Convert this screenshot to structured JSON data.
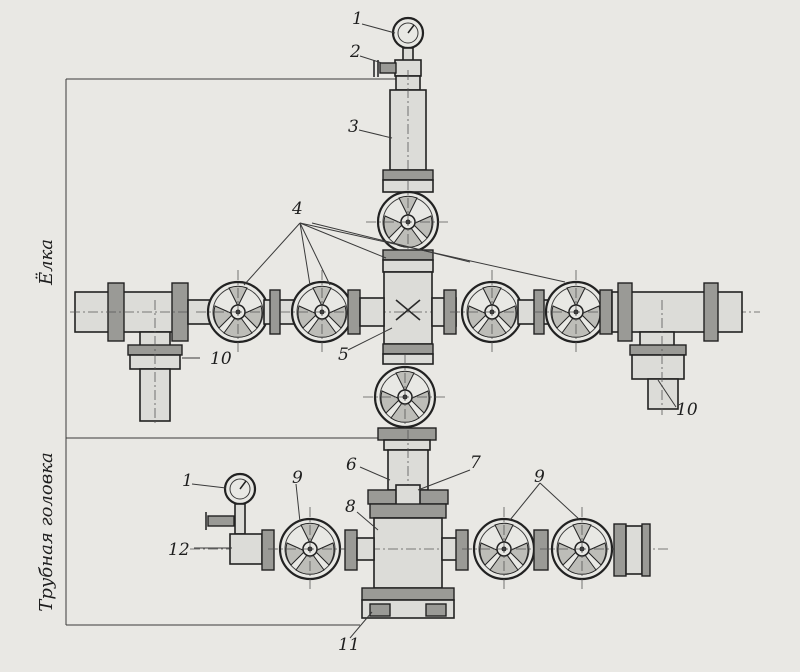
{
  "side_labels": {
    "upper": "Ёлка",
    "lower": "Трубная головка"
  },
  "callouts": [
    "1",
    "2",
    "3",
    "4",
    "5",
    "6",
    "7",
    "8",
    "9",
    "10",
    "10",
    "11",
    "12",
    "1",
    "9"
  ]
}
